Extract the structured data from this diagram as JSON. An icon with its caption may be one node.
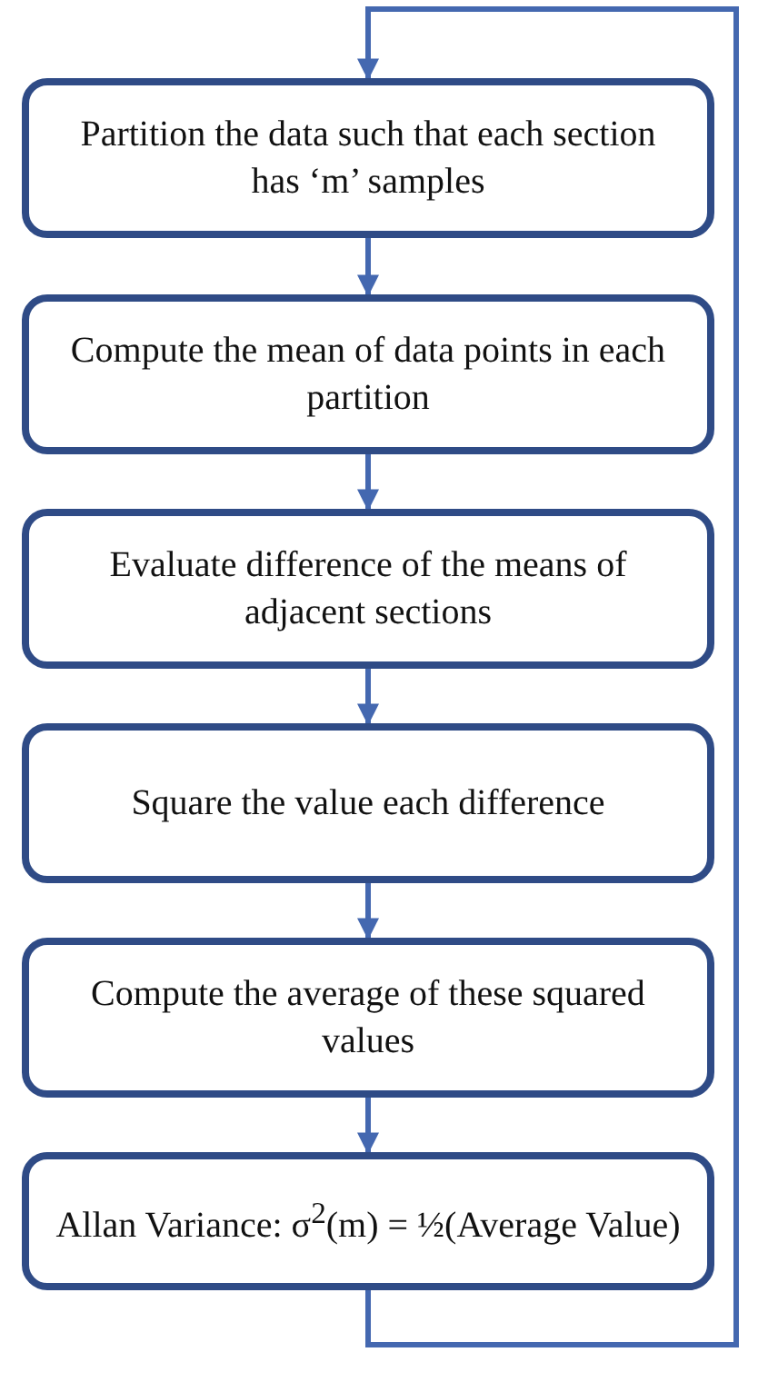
{
  "diagram": {
    "nodes": [
      {
        "text": [
          "Partition the data such that each section has ‘m’ samples"
        ]
      },
      {
        "text": [
          "Compute the mean of data points in each partition"
        ]
      },
      {
        "text": [
          "Evaluate difference of the means of adjacent sections"
        ]
      },
      {
        "text": [
          "Square the value each difference"
        ]
      },
      {
        "text": [
          "Compute the average of these squared values"
        ]
      },
      {
        "text": [
          "Allan Variance: σ$^{2}$(m) = ½(Average Value)"
        ]
      }
    ],
    "edges": [
      {
        "from": 0,
        "to": 1,
        "arrow": "to"
      },
      {
        "from": 1,
        "to": 2,
        "arrow": "to"
      },
      {
        "from": 2,
        "to": 3,
        "arrow": "to"
      },
      {
        "from": 3,
        "to": 4,
        "arrow": "to"
      },
      {
        "from": 4,
        "to": 5,
        "arrow": "to"
      },
      {
        "from": 5,
        "to": 0,
        "arrow": "to"
      }
    ]
  }
}
